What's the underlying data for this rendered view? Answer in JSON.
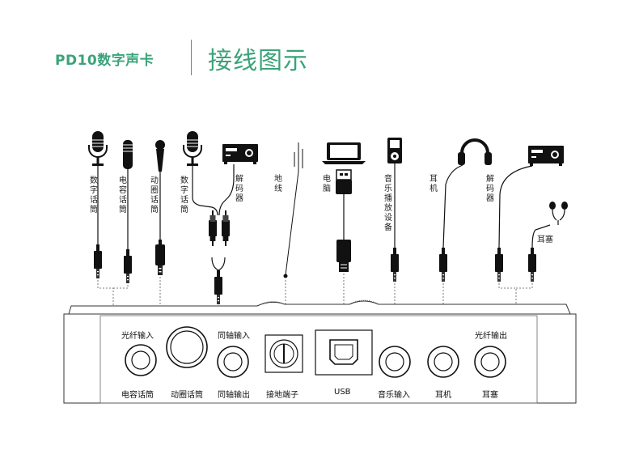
{
  "header": {
    "product": "PD10数字声卡",
    "title": "接线图示",
    "accent_color": "#3aa37a"
  },
  "devices": [
    {
      "id": "digital-mic",
      "label": "数字话筒",
      "icon": "condenser-mic-icon"
    },
    {
      "id": "condenser-mic",
      "label": "电容话筒",
      "icon": "condenser-mic-tall-icon"
    },
    {
      "id": "dynamic-mic",
      "label": "动圈话筒",
      "icon": "dynamic-mic-icon"
    },
    {
      "id": "digital-mic-2",
      "label": "数字话筒",
      "icon": "condenser-mic-icon"
    },
    {
      "id": "decoder",
      "label": "解码器",
      "icon": "decoder-icon"
    },
    {
      "id": "ground",
      "label": "地线",
      "icon": "ground-wire-icon"
    },
    {
      "id": "computer",
      "label": "电脑",
      "icon": "laptop-icon"
    },
    {
      "id": "music-player",
      "label": "音乐播放设备",
      "icon": "music-player-icon"
    },
    {
      "id": "headphones",
      "label": "耳机",
      "icon": "headphones-icon"
    },
    {
      "id": "decoder-2",
      "label": "解码器",
      "icon": "decoder-icon"
    },
    {
      "id": "earbuds",
      "label": "耳塞",
      "icon": "earbuds-icon"
    }
  ],
  "panel": {
    "top_labels": {
      "optical_in": "光纤输入",
      "coax_in": "同轴输入",
      "optical_out": "光纤输出"
    },
    "ports": [
      {
        "id": "condenser",
        "label": "电容话筒"
      },
      {
        "id": "dynamic",
        "label": "动圈话筒"
      },
      {
        "id": "coax-out",
        "label": "同轴输出"
      },
      {
        "id": "ground",
        "label": "接地端子"
      },
      {
        "id": "usb",
        "label": "USB"
      },
      {
        "id": "music-in",
        "label": "音乐输入"
      },
      {
        "id": "headphone",
        "label": "耳机"
      },
      {
        "id": "earbuds",
        "label": "耳塞"
      }
    ]
  }
}
